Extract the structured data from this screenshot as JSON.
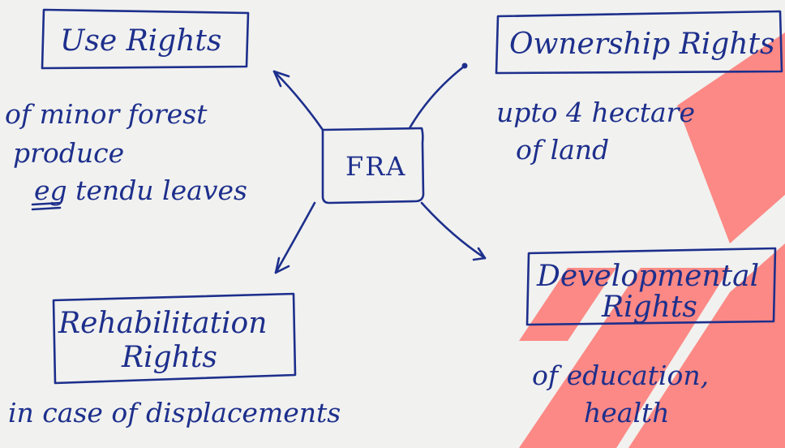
{
  "diagram": {
    "center": {
      "label": "FRA"
    },
    "nodes": [
      {
        "title": "Use Rights",
        "note_lines": [
          "of minor forest",
          "produce",
          "eg tendu leaves"
        ]
      },
      {
        "title": "Ownership Rights",
        "note_lines": [
          "upto 4 hectare",
          "of land"
        ]
      },
      {
        "title_lines": [
          "Rehabilitation",
          "Rights"
        ],
        "note_lines": [
          "in case of displacements"
        ]
      },
      {
        "title_lines": [
          "Developmental",
          "Rights"
        ],
        "note_lines": [
          "of education,",
          "health"
        ]
      }
    ]
  },
  "colors": {
    "ink": "#1d2f8c",
    "paper": "#f1f1ef",
    "watermark": "#ff6b66"
  },
  "watermark": {
    "description": "red-white logo fragment at right edge"
  }
}
